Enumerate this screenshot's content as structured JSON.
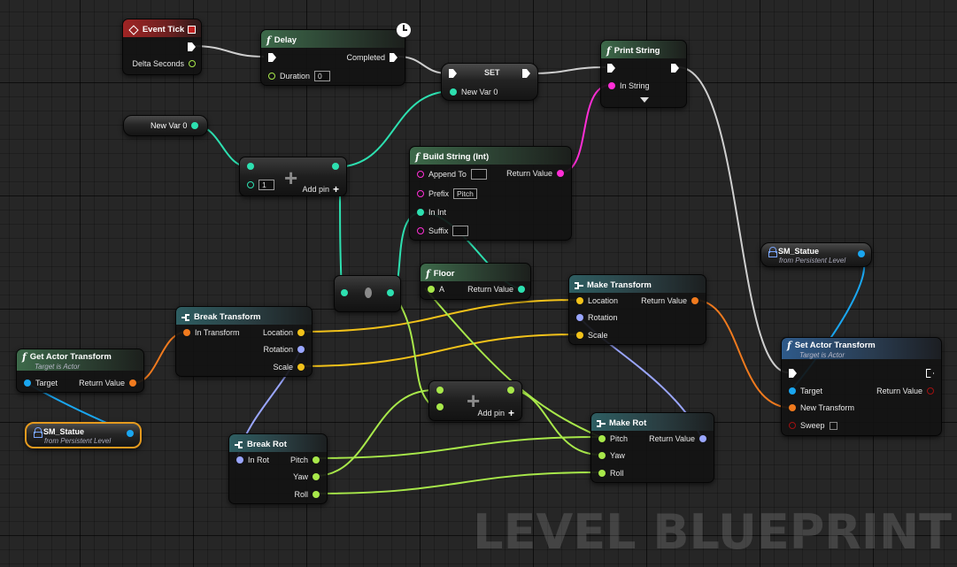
{
  "watermark": "LEVEL BLUEPRINT",
  "colors": {
    "exec": "#ffffff",
    "transform": "#f07a1e",
    "vector": "#f2c21a",
    "rotator": "#9aa6ff",
    "float": "#a8e84a",
    "int": "#2de0b0",
    "string": "#ff2ed6",
    "object": "#1aa6f0",
    "bool": "#a01010"
  },
  "nodes": {
    "event_tick": {
      "title": "Event Tick",
      "pin_delta": "Delta Seconds"
    },
    "delay": {
      "title": "Delay",
      "pin_completed": "Completed",
      "pin_duration": "Duration",
      "duration_value": "0"
    },
    "set": {
      "title": "SET",
      "pin_newvar": "New Var 0"
    },
    "print_string": {
      "title": "Print String",
      "pin_instring": "In String"
    },
    "newvar_get": {
      "label": "New Var 0"
    },
    "add_int": {
      "input_value": "1",
      "add_pin": "Add pin"
    },
    "build_string": {
      "title": "Build String (Int)",
      "pin_append": "Append To",
      "pin_prefix": "Prefix",
      "prefix_value": "Pitch",
      "pin_inint": "In Int",
      "pin_suffix": "Suffix",
      "pin_return": "Return Value"
    },
    "floor": {
      "title": "Floor",
      "pin_a": "A",
      "pin_return": "Return Value"
    },
    "make_transform": {
      "title": "Make Transform",
      "pin_location": "Location",
      "pin_rotation": "Rotation",
      "pin_scale": "Scale",
      "pin_return": "Return Value"
    },
    "sm_statue_top": {
      "title": "SM_Statue",
      "sub": "from Persistent Level"
    },
    "set_actor_transform": {
      "title": "Set Actor Transform",
      "sub": "Target is Actor",
      "pin_target": "Target",
      "pin_newtransform": "New Transform",
      "pin_sweep": "Sweep",
      "pin_return": "Return Value"
    },
    "break_transform": {
      "title": "Break Transform",
      "pin_intransform": "In Transform",
      "pin_location": "Location",
      "pin_rotation": "Rotation",
      "pin_scale": "Scale"
    },
    "get_actor_transform": {
      "title": "Get Actor Transform",
      "sub": "Target is Actor",
      "pin_target": "Target",
      "pin_return": "Return Value"
    },
    "sm_statue_bottom": {
      "title": "SM_Statue",
      "sub": "from Persistent Level"
    },
    "add_float": {
      "add_pin": "Add pin"
    },
    "break_rot": {
      "title": "Break Rot",
      "pin_inrot": "In Rot",
      "pin_pitch": "Pitch",
      "pin_yaw": "Yaw",
      "pin_roll": "Roll"
    },
    "make_rot": {
      "title": "Make Rot",
      "pin_pitch": "Pitch",
      "pin_yaw": "Yaw",
      "pin_roll": "Roll",
      "pin_return": "Return Value"
    }
  }
}
